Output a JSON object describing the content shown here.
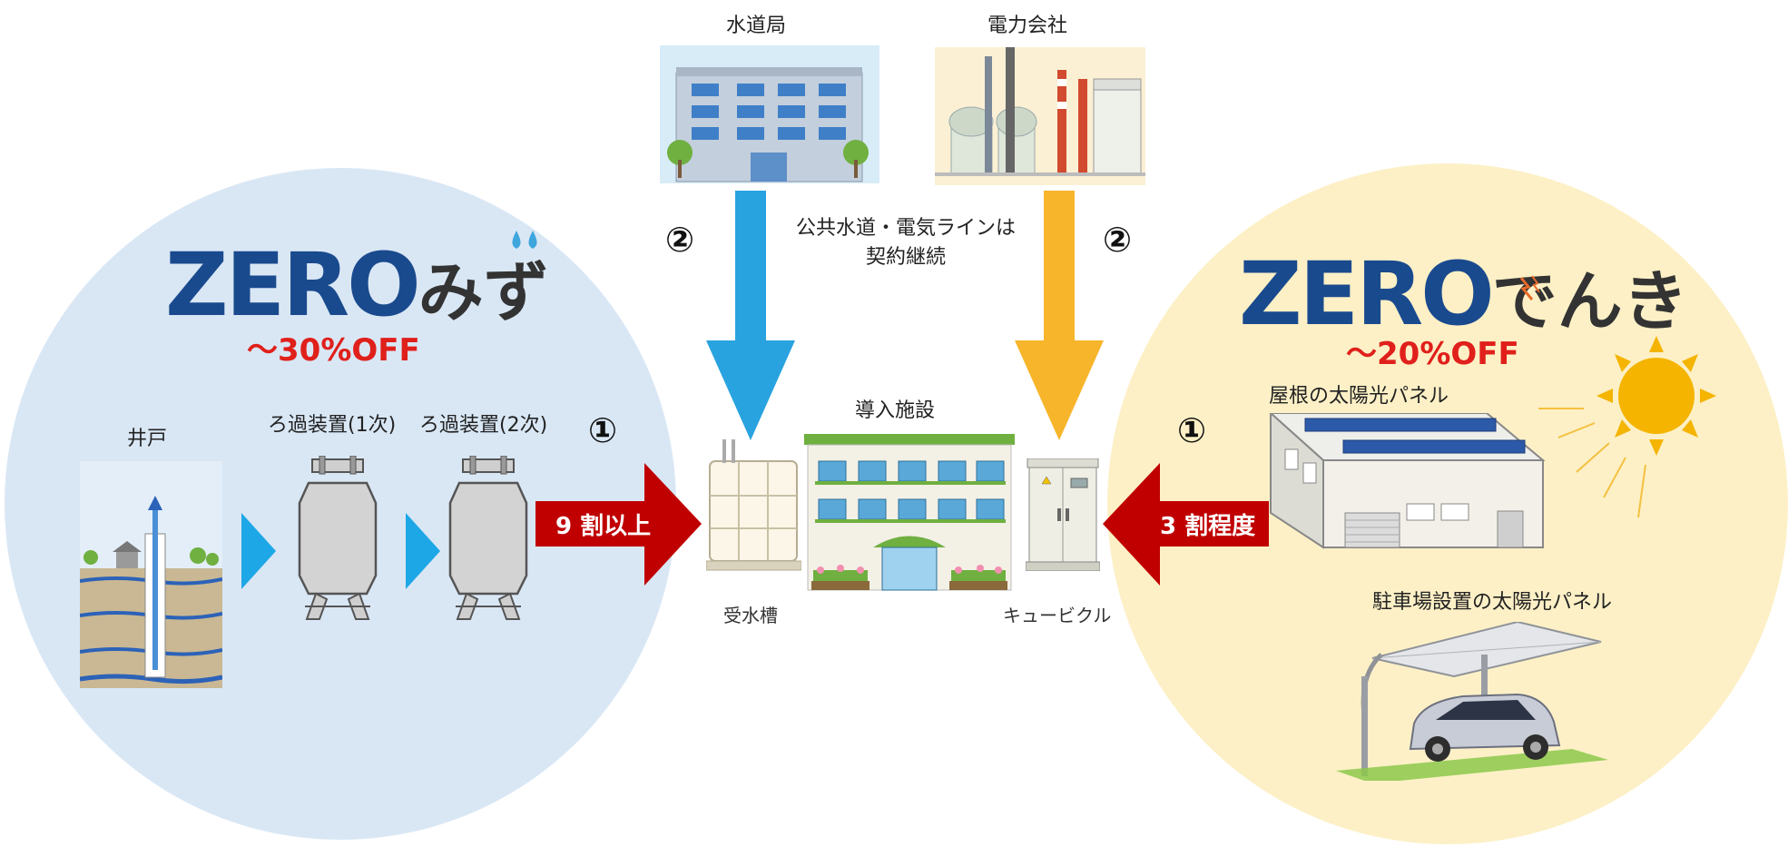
{
  "top": {
    "water_bureau_label": "水道局",
    "power_company_label": "電力会社",
    "public_line_note_line1": "公共水道・電気ラインは",
    "public_line_note_line2": "契約継続",
    "step2_left": "②",
    "step2_right": "②"
  },
  "water": {
    "brand_zero": "ZERO",
    "brand_kana": "みず",
    "discount": "～30%OFF",
    "well_label": "井戸",
    "filter1_label": "ろ過装置(1次)",
    "filter2_label": "ろ過装置(2次)",
    "step1": "①",
    "arrow_text": "9 割以上",
    "tank_label": "受水槽"
  },
  "facility": {
    "label": "導入施設"
  },
  "power": {
    "brand_zero": "ZERO",
    "brand_kana": "でんき",
    "discount": "～20%OFF",
    "roof_panel_label": "屋根の太陽光パネル",
    "parking_panel_label": "駐車場設置の太陽光パネル",
    "step1": "①",
    "arrow_text": "3 割程度",
    "cubicle_label": "キュービクル"
  },
  "colors": {
    "water_circle": "#d9e7f5",
    "power_circle": "#fdf0c6",
    "blue_arrow": "#29a3e0",
    "orange_arrow": "#f7b52b",
    "red_arrow": "#c00000",
    "brand_blue": "#1a4a8e",
    "discount_red": "#e0201b"
  }
}
